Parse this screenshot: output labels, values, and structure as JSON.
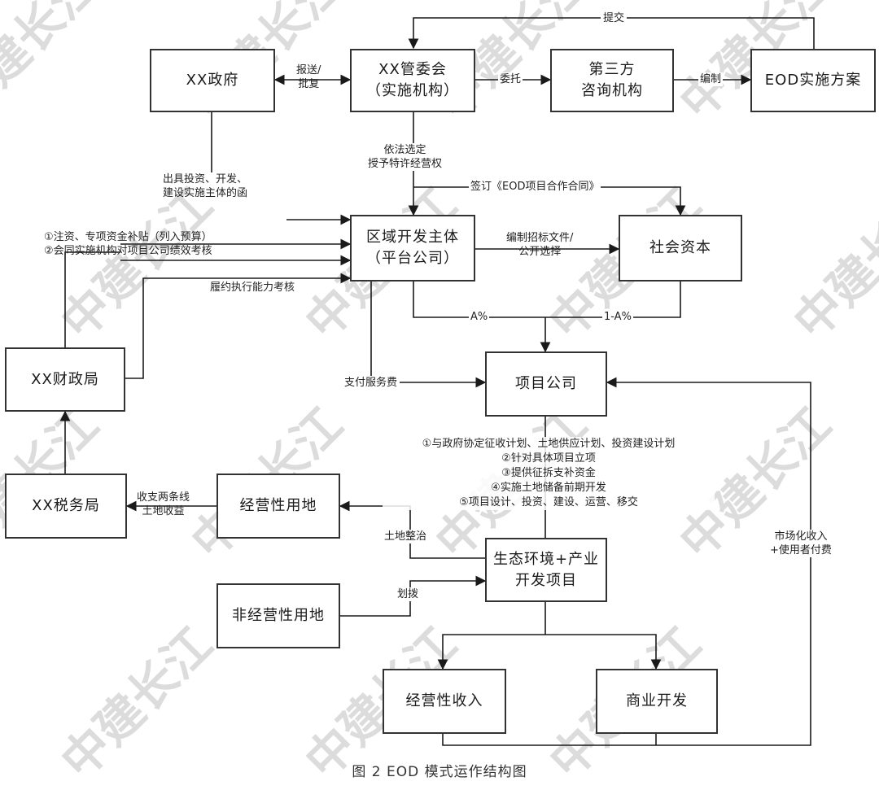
{
  "watermark": "中建长江",
  "caption": "图 2  EOD 模式运作结构图",
  "boxes": {
    "gov": "XX政府",
    "committee_1": "XX管委会",
    "committee_2": "（实施机构）",
    "consult_1": "第三方",
    "consult_2": "咨询机构",
    "plan": "EOD实施方案",
    "platform_1": "区域开发主体",
    "platform_2": "（平台公司）",
    "social": "社会资本",
    "finance": "XX财政局",
    "project_co": "项目公司",
    "tax": "XX税务局",
    "op_land": "经营性用地",
    "eco_1": "生态环境+产业",
    "eco_2": "开发项目",
    "nonop_land": "非经营性用地",
    "op_income": "经营性收入",
    "commercial": "商业开发"
  },
  "labels": {
    "submit": "提交",
    "report_1": "报送/",
    "report_2": "批复",
    "entrust": "委托",
    "compile": "编制",
    "gov_letter_1": "出具投资、开发、",
    "gov_letter_2": "建设实施主体的函",
    "select_1": "依法选定",
    "select_2": "授予特许经营权",
    "contract": "签订《EOD项目合作合同》",
    "fund_1": "①注资、专项资金补贴（列入预算）",
    "fund_2": "②会同实施机构对项目公司绩效考核",
    "perf": "履约执行能力考核",
    "tender_1": "编制招标文件/",
    "tender_2": "公开选择",
    "share_a": "A%",
    "share_b": "1-A%",
    "service_fee": "支付服务费",
    "steps": [
      "①与政府协定征收计划、土地供应计划、投资建设计划",
      "②针对具体项目立项",
      "③提供征拆支补资金",
      "④实施土地储备前期开发",
      "⑤项目设计、投资、建设、运营、移交"
    ],
    "land_consol": "土地整治",
    "allocate": "划拨",
    "tax_1": "收支两条线",
    "tax_2": "土地收益",
    "market_1": "市场化收入",
    "market_2": "+使用者付费"
  }
}
